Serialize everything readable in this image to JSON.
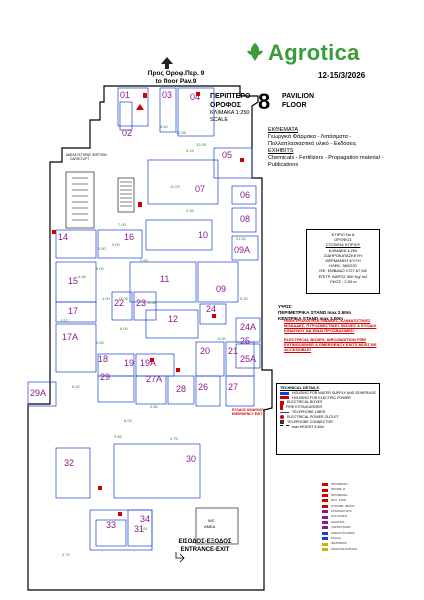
{
  "brand": {
    "name": "Agrotica",
    "color": "#3a9b3a"
  },
  "date": "12-15/3/2026",
  "to_floor": {
    "gr": "Προς Οροφ.Περ. 9",
    "en": "to floor Pav.9"
  },
  "floor": {
    "number": "8",
    "gr_line1": "ΠΕΡΙΠΤΕΡΟ",
    "gr_line2": "ΟΡΟΦΟΣ",
    "en_line1": "PAVILION",
    "en_line2": "FLOOR",
    "scale_gr": "ΚΛΙΜΑΚΑ 1:250",
    "scale_en": "SCALE"
  },
  "exhibits": {
    "title_gr": "ΕΚΘΕΜΑΤΑ",
    "desc_gr": "Γεωργικά Φάρμακα - Λιπάσματα - Πολλαπλασιαστικό υλικό - Εκδόσεις",
    "title_en": "EXHIBITS",
    "desc_en": "Chemicals - Fertilizers - Propagation material - Publications"
  },
  "building_info": [
    "ΚΤΙΡΙΟ Νο 8",
    "ΟΡΟΦΟΣ",
    "ΣΤΟΙΧΕΙΑ ΚΤΙΡΙΟΥ",
    "ΚΛΙΜΑΚΑ 1:250",
    "ΣΙΔΗΡΟΚΑΤΑΣΚΕΥΗ",
    "ΘΕΡΜΑΝΣΗ ΨΥΞΗ",
    "ΗΛΕΚ. 380/220",
    "ΟΦ. ΕΜΒΑΔΟ 1727.67 M2",
    "ΕΠΙΤΡ. ΒΑΡΟΣ 500 Kg/ m2",
    "ΥΨΟΣ : 2.50 m"
  ],
  "height_notes": [
    "ΥΨΟΣ:",
    "ΠΕΡΙΜΕΤΡΙΚΑ STAND max 2.50m",
    "ΚΕΝΤΡΙΚΑ STAND max 3.00m"
  ],
  "red_notes": [
    "ΗΛΕΚΤΡΟΛΟΓΙΚΟΙ ΠΙΝΑΚΕΣ, ΚΛΙΜΑΤΙΣΤΙΚΕΣ ΜΟΝΑΔΕΣ, ΠΥΡΟΣΒΕΣΤΙΚΕΣ ΦΩΛΙΕΣ & ΕΞΟΔΟΙ ΚΙΝΔΥΝΟΥ ΝΑ ΕΙΝΑΙ ΠΡΟΣΒΑΣΙΜΕΣ!",
    "ELECTRICAL BOXES, AIRCONDITION FIRE EXTINGUISHER & EMERGENCY EXITS MUST BE ACCESSIBLE!"
  ],
  "technical_details": {
    "title": "TECHNICAL DETAILS",
    "rows": [
      {
        "label": "HOUSING FOR WATER SUPPLY AND SEWERAGE",
        "color": "#1a3fd0"
      },
      {
        "label": "HOUSING FOR ELECTRIC POWER",
        "color": "#d00000"
      },
      {
        "label": "ELECTRICAL BOXES",
        "color": "#d00000"
      },
      {
        "label": "FIRE EXTINGUISHER",
        "color": "#d00000"
      },
      {
        "label": "TELEPHONE LINES",
        "color": "#1a3fd0"
      },
      {
        "label": "ELECTRICAL POWER OUTLET",
        "color": "#d00000"
      },
      {
        "label": "TELEPHONE CONNECTOR",
        "color": "#333333"
      },
      {
        "label": "max HEIGHT 3.00m",
        "color": "#000000"
      }
    ]
  },
  "other_legend": [
    "ΠΡΟΣΒΑΣΗ",
    "ΠΡΟΣΒ. Π",
    "ΠΡΟΣΒΑΣΗ",
    "ΦΥΛ. ΚΙΝΔ.",
    "ΠΥΡΟΣΒ. ΦΩΛΙΑ",
    "ΣΤΑΣΙΜΟΤΗΤΑ",
    "ΑΓΚΥΡΩΣΗ",
    "ΑΝΟΙΓΜΑ",
    "ΥΔΡΟΣΤΟΜΙΟ",
    "ΑΝΕΛΚΥΣΤΗΡΑΣ",
    "ΣΚΑΛΑ",
    "ΦΩΤΙΣΜΟΣ",
    "ΑΝΟΙΓΜΑ ΠΟΡΤΑΣ"
  ],
  "entrance": {
    "gr": "ΕΙΣΟΔΟΣ-ΕΞΟΔΟΣ",
    "en": "ENTRANCE-EXIT"
  },
  "emergency": {
    "gr": "ΕΞΟΔΟΣ ΚΙΝΔΥΝΟΥ",
    "en": "EMERGENCY EXIT"
  },
  "elevator": {
    "gr": "ΑΝΕΛΚΥΣΤΗΡΑΣ ΦΟΡΤΙΩΝ",
    "en": "CARGO LIFT"
  },
  "wc": {
    "gr": "WC",
    "en": "ΑΜΕΑ"
  },
  "booths": [
    "01",
    "02",
    "03",
    "04",
    "05",
    "06",
    "07",
    "08",
    "09",
    "09A",
    "10",
    "11",
    "12",
    "14",
    "15",
    "16",
    "17",
    "17A",
    "18",
    "19",
    "19A",
    "20",
    "21",
    "22",
    "23",
    "24",
    "24A",
    "25",
    "25A",
    "26",
    "27",
    "27A",
    "28",
    "29",
    "29A",
    "30",
    "31",
    "32",
    "33",
    "34"
  ],
  "dimensions": [
    "2.50",
    "5.00",
    "3.00",
    "4.00",
    "3.52",
    "3.50",
    "6.00",
    "5.50",
    "11.00",
    "2.53",
    "4.61",
    "4.70",
    "6.52",
    "8.00",
    "13.00",
    "9.00",
    "17.00",
    "5.20",
    "21.51",
    "6.50",
    "8.50",
    "12.50",
    "3.15",
    "3.85",
    "4.50",
    "4.56",
    "4.75",
    "7.00"
  ]
}
